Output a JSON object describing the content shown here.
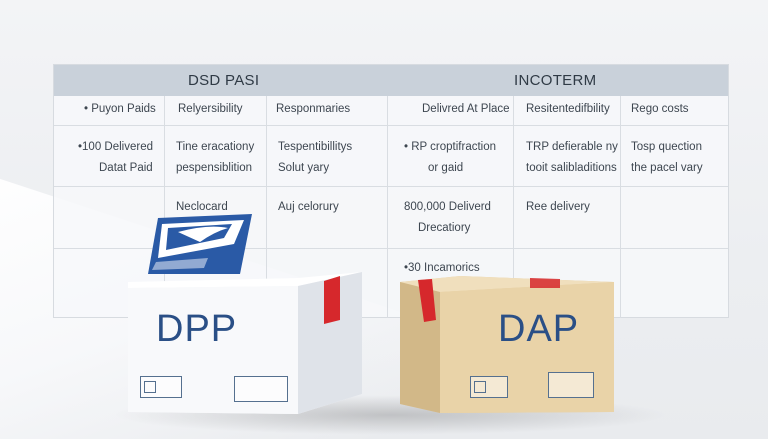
{
  "table": {
    "header_left": "DSD PASI",
    "header_right": "INCOTERM",
    "columns": [
      "• Puyon Paids",
      "Relyersibility",
      "Responmaries",
      "Delivred At Place",
      "Resitentedifbility",
      "Rego costs"
    ],
    "row1": {
      "c1_line1": "•100 Delivered",
      "c1_line2": "Datat Paid",
      "c2_line1": "Tine eracationy",
      "c2_line2": "pespensiblition",
      "c3_line1": "Tespentibillitys",
      "c3_line2": "Solut yary",
      "c4_line1": "• RP croptifraction",
      "c4_line2": "or gaid",
      "c5_line1": "TRP defierable ny",
      "c5_line2": "tooit salibladitions",
      "c6_line1": "Tosp quection",
      "c6_line2": "the pacel vary"
    },
    "row2": {
      "c2": "Neclocard",
      "c3": "Auj celorury",
      "c4_line1": "800,000 Deliverd",
      "c4_line2": "Drecatiory",
      "c5": "Ree delivery"
    },
    "row3": {
      "c4": "•30 Incamorics"
    }
  },
  "boxes": {
    "left_label": "DPP",
    "right_label": "DAP"
  },
  "colors": {
    "header_bg": "#c9d1da",
    "tape_red": "#d6282c",
    "label_blue": "#2a4f86",
    "logo_blue": "#2a5aa6"
  }
}
